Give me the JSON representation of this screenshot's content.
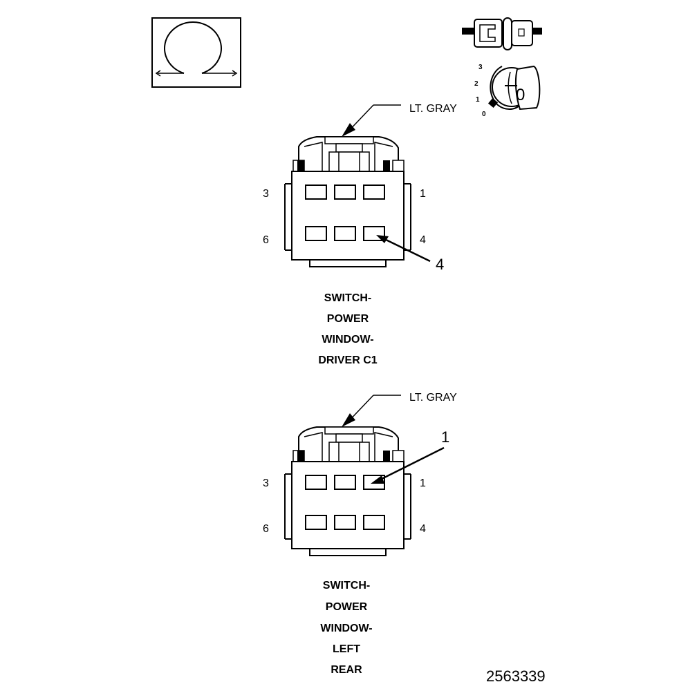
{
  "symbols": {
    "ohm_icon": "ohm-meter-icon",
    "connector_icon": "connector-disconnect-icon",
    "ignition_icon": "ignition-switch-icon",
    "ignition_positions": [
      "3",
      "2",
      "1",
      "0"
    ],
    "ignition_key_label": "0"
  },
  "connectors": [
    {
      "color_label": "LT. GRAY",
      "pins": {
        "top_left": "3",
        "top_right": "1",
        "bottom_left": "6",
        "bottom_right": "4"
      },
      "callout": "4",
      "title_lines": [
        "SWITCH-",
        "POWER",
        "WINDOW-",
        "DRIVER C1"
      ]
    },
    {
      "color_label": "LT. GRAY",
      "pins": {
        "top_left": "3",
        "top_right": "1",
        "bottom_left": "6",
        "bottom_right": "4"
      },
      "callout": "1",
      "title_lines": [
        "SWITCH-",
        "POWER",
        "WINDOW-",
        "LEFT",
        "REAR"
      ]
    }
  ],
  "figure_id": "2563339"
}
